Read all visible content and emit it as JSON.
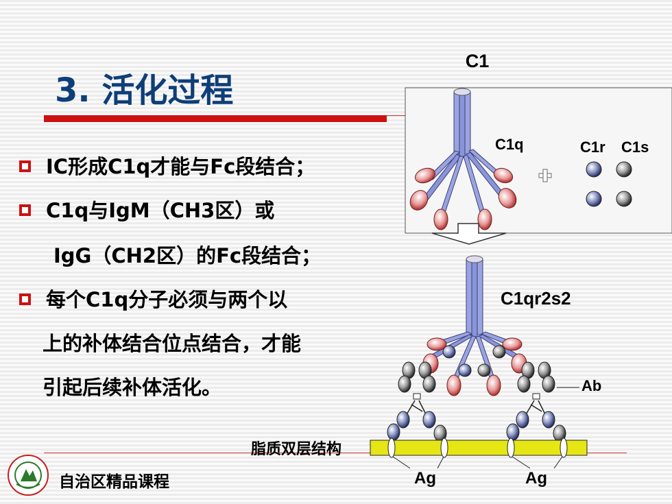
{
  "title": "3. 活化过程",
  "bullets": [
    {
      "text": "IC形成C1q才能与Fc段结合；",
      "marker": true
    },
    {
      "text": "C1q与IgM（CH3区）或",
      "marker": true
    },
    {
      "text": "IgG（CH2区）的Fc段结合；",
      "marker": false
    },
    {
      "text": "每个C1q分子必须与两个以",
      "marker": true
    },
    {
      "text": "上的补体结合位点结合，才能",
      "marker": false
    },
    {
      "text": "引起后续补体活化。",
      "marker": false
    }
  ],
  "footer": {
    "course": "自治区精品课程"
  },
  "diagram": {
    "c1": "C1",
    "c1q": "C1q",
    "c1r": "C1r",
    "c1s": "C1s",
    "plus": "+",
    "complex": "C1qr2s2",
    "ab": "Ab",
    "lipid": "脂质双层结构",
    "ag_left": "Ag",
    "ag_right": "Ag"
  },
  "colors": {
    "title": "#0e3e78",
    "accent": "#cc1111",
    "membrane": "#e6e614"
  }
}
